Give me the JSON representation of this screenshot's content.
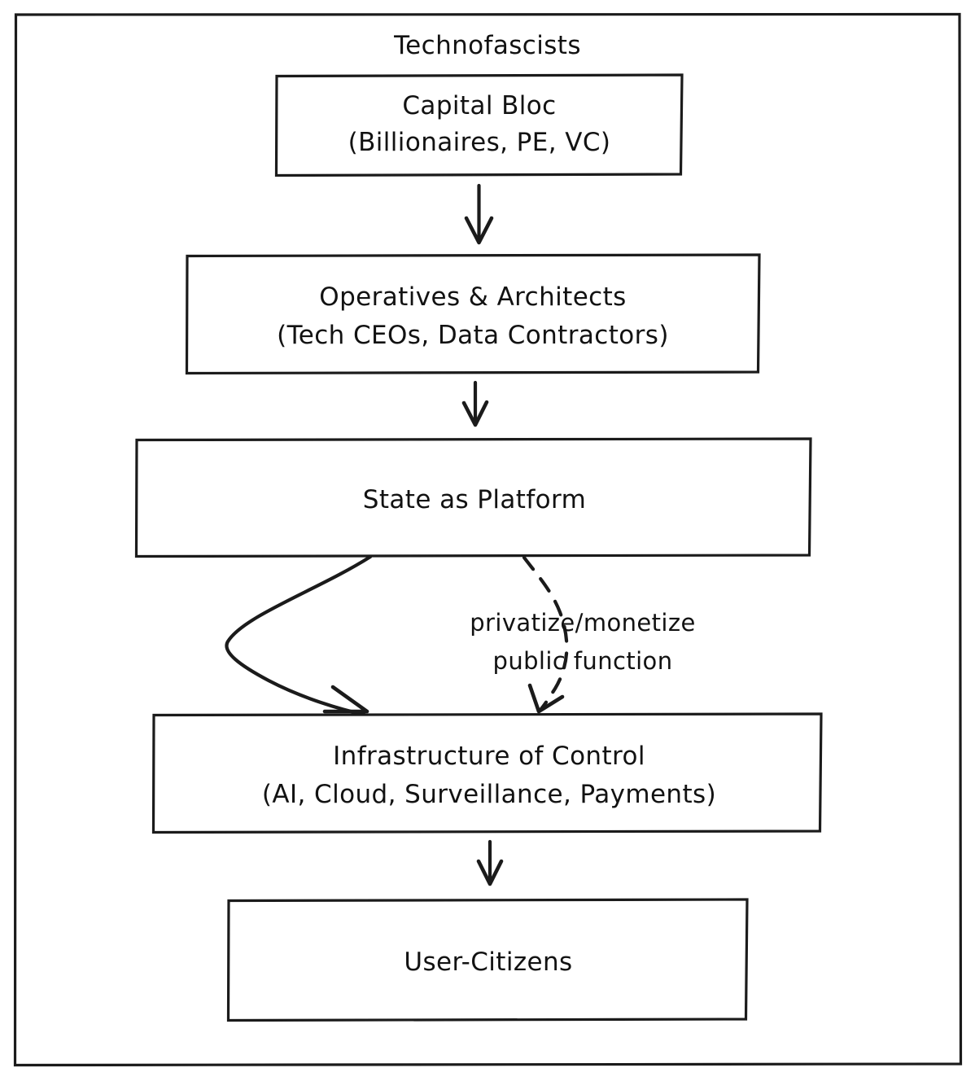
{
  "diagram": {
    "title": "Technofascists",
    "style": "hand-drawn flowchart",
    "stroke_color": "#1b1b1b",
    "background_color": "#ffffff",
    "nodes": [
      {
        "id": "capital-bloc",
        "line1": "Capital Bloc",
        "line2": "(Billionaires, PE, VC)"
      },
      {
        "id": "operatives-architects",
        "line1": "Operatives & Architects",
        "line2": "(Tech CEOs, Data Contractors)"
      },
      {
        "id": "state-as-platform",
        "line1": "State as Platform",
        "line2": ""
      },
      {
        "id": "infrastructure-of-control",
        "line1": "Infrastructure of Control",
        "line2": "(AI, Cloud, Surveillance, Payments)"
      },
      {
        "id": "user-citizens",
        "line1": "User-Citizens",
        "line2": ""
      }
    ],
    "edges": [
      {
        "id": "capital-to-operatives",
        "from": "capital-bloc",
        "to": "operatives-architects",
        "style": "solid",
        "label": ""
      },
      {
        "id": "operatives-to-state",
        "from": "operatives-architects",
        "to": "state-as-platform",
        "style": "solid",
        "label": ""
      },
      {
        "id": "state-to-infrastructure-solid",
        "from": "state-as-platform",
        "to": "infrastructure-of-control",
        "style": "solid-curved",
        "label": ""
      },
      {
        "id": "state-to-infrastructure-dashed",
        "from": "state-as-platform",
        "to": "infrastructure-of-control",
        "style": "dashed",
        "label_line1": "privatize/monetize",
        "label_line2": "public function"
      },
      {
        "id": "infrastructure-to-users",
        "from": "infrastructure-of-control",
        "to": "user-citizens",
        "style": "solid",
        "label": ""
      }
    ]
  }
}
